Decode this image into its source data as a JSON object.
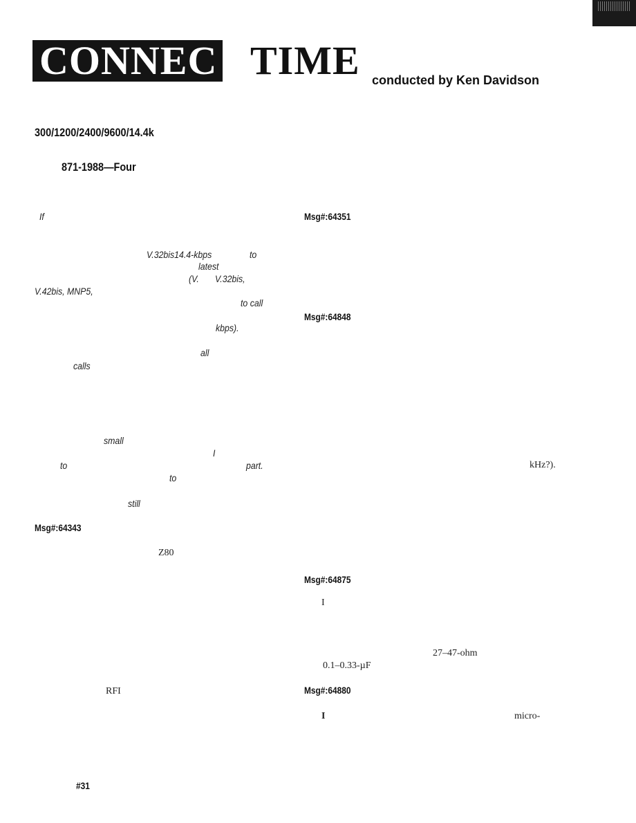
{
  "header": {
    "title_inverted": "CONNEC",
    "title_plain": "TIME",
    "byline": "conducted by Ken Davidson"
  },
  "headings": {
    "speeds": "300/1200/2400/9600/14.4k",
    "standard": "871-1988—Four"
  },
  "messages": {
    "m64343": "Msg#:64343",
    "m64351": "Msg#:64351",
    "m64848": "Msg#:64848",
    "m64875": "Msg#:64875",
    "m64880": "Msg#:64880"
  },
  "fragments": {
    "f_if": "If",
    "f_v32bis144": "V.32bis14.4-kbps",
    "f_to1": "to",
    "f_latest": "latest",
    "f_v": "(V.",
    "f_v32bis": "V.32bis,",
    "f_v42bis": "V.42bis, MNP5,",
    "f_tocall": "to call",
    "f_kbps": "kbps).",
    "f_all": "all",
    "f_calls": "calls",
    "f_small": "small",
    "f_i1": "I",
    "f_to2": "to",
    "f_part": "part.",
    "f_to3": "to",
    "f_still": "still",
    "f_z80": "Z80",
    "f_rfi": "RFI",
    "f_khz": "kHz?).",
    "f_i2": "I",
    "f_ohm": "27–47-ohm",
    "f_uf": "0.1–0.33-µF",
    "f_i3": "I",
    "f_micro": "micro-"
  },
  "footer": {
    "issue": "#31"
  }
}
